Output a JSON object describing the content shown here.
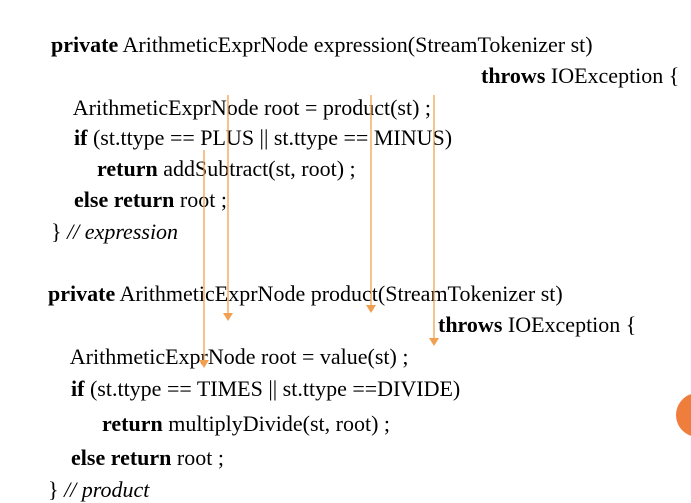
{
  "code": {
    "expression": {
      "kw_private": "private",
      "signature": " ArithmeticExprNode expression(StreamTokenizer st)",
      "kw_throws": "throws",
      "exception": " IOException {",
      "line_root": "ArithmeticExprNode root = product(st) ;",
      "kw_if": "if",
      "if_cond": " (st.ttype == PLUS || st.ttype == MINUS)",
      "kw_return": "return",
      "return_call": " addSubtract(st, root) ;",
      "kw_else_return": "else return",
      "else_value": " root ;",
      "close_brace": "} ",
      "end_comment": "// expression"
    },
    "product": {
      "kw_private": "private",
      "signature": " ArithmeticExprNode product(StreamTokenizer st)",
      "kw_throws": "throws",
      "exception": " IOException {",
      "line_root": "ArithmeticExprNode root = value(st) ;",
      "kw_if": "if",
      "if_cond": " (st.ttype == TIMES || st.ttype ==DIVIDE)",
      "kw_return": "return",
      "return_call": " multiplyDivide(st, root) ;",
      "kw_else_return": "else return",
      "else_value": " root ;",
      "close_brace": "} ",
      "end_comment": "// product"
    }
  },
  "colors": {
    "arrow": "#f0a050",
    "slide_circle": "#ef7d3c"
  }
}
